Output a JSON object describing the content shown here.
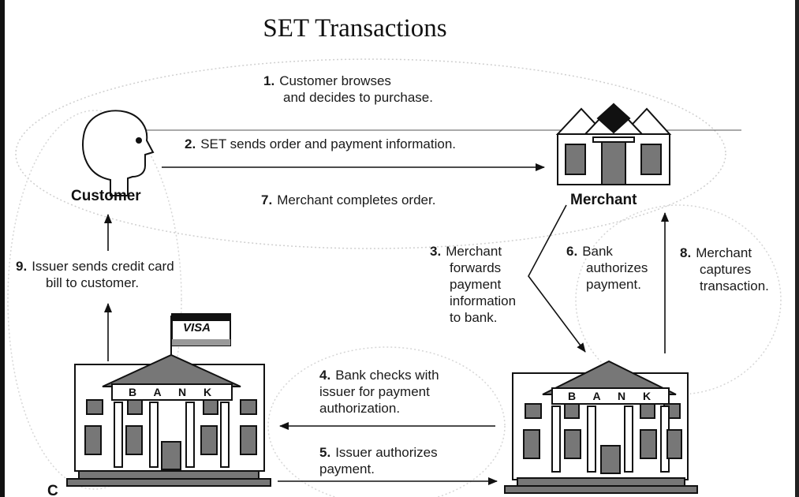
{
  "title": "SET Transactions",
  "roles": {
    "customer": "Customer",
    "merchant": "Merchant"
  },
  "banks": {
    "issuer_sign": "B A N K",
    "acquirer_sign": "B A N K",
    "flag_label": "VISA"
  },
  "partial_label": "C",
  "steps": [
    {
      "num": "1.",
      "line1": "Customer browses",
      "line2": "and decides to purchase."
    },
    {
      "num": "2.",
      "line1": "SET sends order and payment information."
    },
    {
      "num": "7.",
      "line1": "Merchant completes order."
    },
    {
      "num": "9.",
      "line1": "Issuer sends credit card",
      "line2": "bill to customer."
    },
    {
      "num": "3.",
      "line1": "Merchant",
      "line2": "forwards",
      "line3": "payment",
      "line4": "information",
      "line5": "to bank."
    },
    {
      "num": "6.",
      "line1": "Bank",
      "line2": "authorizes",
      "line3": "payment."
    },
    {
      "num": "8.",
      "line1": "Merchant",
      "line2": "captures",
      "line3": "transaction."
    },
    {
      "num": "4.",
      "line1": "Bank checks with",
      "line2": "issuer for payment",
      "line3": "authorization."
    },
    {
      "num": "5.",
      "line1": "Issuer authorizes",
      "line2": "payment."
    }
  ]
}
